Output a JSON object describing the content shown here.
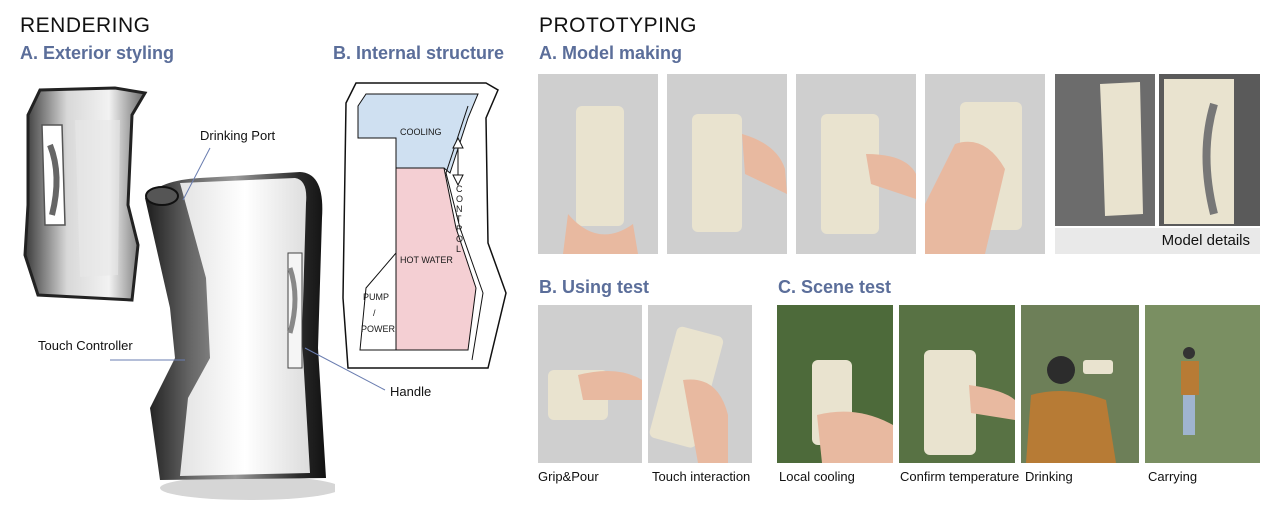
{
  "rendering": {
    "title": "RENDERING",
    "exterior_title": "A. Exterior styling",
    "internal_title": "B. Internal structure",
    "callouts": {
      "drinking_port": "Drinking Port",
      "touch_controller": "Touch Controller",
      "handle": "Handle"
    },
    "diagram": {
      "cooling": "COOLING",
      "hot_water": "HOT WATER",
      "pump": "PUMP",
      "slash": "/",
      "power": "POWER",
      "control": [
        "C",
        "O",
        "N",
        "T",
        "R",
        "O",
        "L"
      ]
    }
  },
  "prototyping": {
    "title": "PROTOTYPING",
    "model_title": "A. Model making",
    "model_details_label": "Model details",
    "using_title": "B. Using test",
    "scene_title": "C. Scene test",
    "using_captions": [
      "Grip&Pour",
      "Touch interaction"
    ],
    "scene_captions": [
      "Local cooling",
      "Confirm temperature",
      "Drinking",
      "Carrying"
    ]
  },
  "colors": {
    "accent": "#5b6e9a",
    "cooling_fill": "#cfe0f1",
    "hot_water_fill": "#f4cfd3",
    "photo_bg_gray": "#c8c8c8",
    "foam": "#e9e3cf",
    "foliage": "#4d6a3a"
  }
}
